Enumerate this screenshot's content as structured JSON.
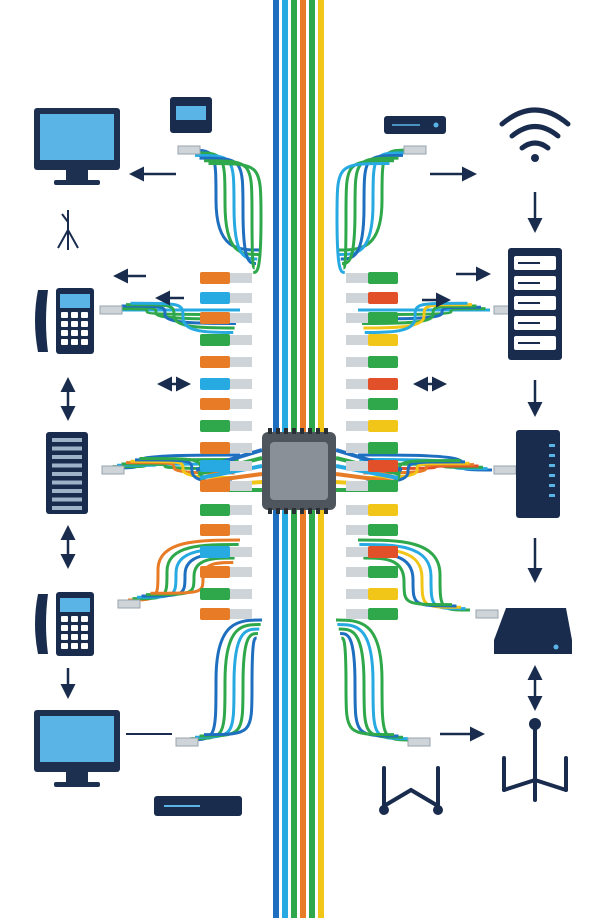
{
  "colors": {
    "navy": "#1a2c4e",
    "screen": "#5ab4e6",
    "screen_frame": "#1e3050",
    "hub_body": "#5f6368",
    "hub_face": "#8a9097",
    "pins": "#2a2f36",
    "arrow": "#1a2c4e",
    "cable_palette": [
      "#1f6fc0",
      "#2ea84a",
      "#e87b25",
      "#f2c618",
      "#27a9e1",
      "#3f5fb8",
      "#e2502a",
      "#9aa3ad"
    ]
  },
  "icons": {
    "left": [
      "monitor-icon",
      "antenna-icon",
      "ip-phone-icon",
      "patch-panel-icon",
      "ip-phone-icon",
      "monitor-icon",
      "router-box-icon"
    ],
    "right": [
      "wifi-icon",
      "server-rack-icon",
      "tower-server-icon",
      "network-switch-icon",
      "wireless-router-icon",
      "access-point-icon"
    ],
    "top": [
      "modem-icon",
      "set-top-box-icon"
    ],
    "center": "hub-chip-icon"
  },
  "cables": {
    "trunk_colors": [
      "#1f6fc0",
      "#27a9e1",
      "#2ea84a",
      "#e87b25",
      "#2ea84a",
      "#f2c618"
    ],
    "connector_rows": [
      [
        "#e87b25",
        "#3f5fb8",
        "#2ea84a",
        "#f2c618"
      ],
      [
        "#27a9e1",
        "#27a9e1",
        "#3f5fb8",
        "#e2502a"
      ],
      [
        "#2ea84a",
        "#f2c618",
        "#e87b25",
        "#9aa3ad"
      ],
      [
        "#9aa3ad",
        "#f2c618",
        "#2ea84a",
        "#2ea84a"
      ]
    ]
  },
  "arrows": {
    "flows": [
      "out",
      "out",
      "down",
      "down",
      "bidirectional",
      "bidirectional",
      "down",
      "down"
    ]
  }
}
